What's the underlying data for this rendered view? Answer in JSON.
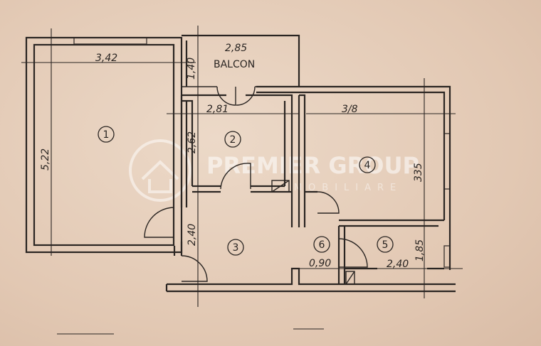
{
  "balcony": {
    "label": "BALCON"
  },
  "dimensions": {
    "room1_width": "3,42",
    "room1_height": "5,22",
    "balcony_width": "2,85",
    "balcony_depth": "1,40",
    "room2_width": "2,81",
    "room2_height": "2,62",
    "room3_height": "2,40",
    "room4_width": "3/8",
    "room4_height": "335",
    "room5_width": "2,40",
    "room5_height": "1,85",
    "room6_width": "0,90"
  },
  "rooms": [
    {
      "id": "room-1",
      "number": "1"
    },
    {
      "id": "room-2",
      "number": "2"
    },
    {
      "id": "room-3",
      "number": "3"
    },
    {
      "id": "room-4",
      "number": "4"
    },
    {
      "id": "room-5",
      "number": "5"
    },
    {
      "id": "room-6",
      "number": "6"
    }
  ],
  "watermark": {
    "brand": "PREMIER GROUP",
    "sub": "IMOBILIARE"
  }
}
